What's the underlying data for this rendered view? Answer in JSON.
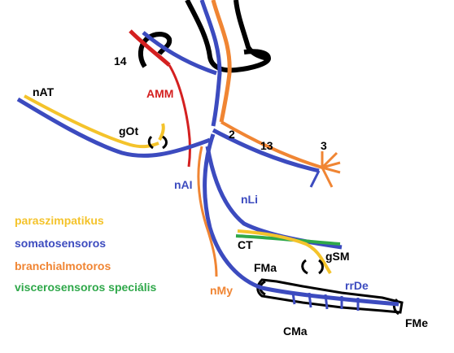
{
  "labels": {
    "n14": "14",
    "nAT": "nAT",
    "AMM": "AMM",
    "gOt": "gOt",
    "n2": "2",
    "n13": "13",
    "n3": "3",
    "nAI": "nAI",
    "nLi": "nLi",
    "CT": "CT",
    "gSM": "gSM",
    "FMa": "FMa",
    "rrDe": "rrDe",
    "nMy": "nMy",
    "CMa": "CMa",
    "FMe": "FMe"
  },
  "legend": [
    {
      "label": "paraszimpatikus",
      "color": "#f4c32b"
    },
    {
      "label": "somatosensoros",
      "color": "#3c4bbf"
    },
    {
      "label": "branchialmotoros",
      "color": "#f08533"
    },
    {
      "label": "viscerosensoros speciális",
      "color": "#2fa84a"
    }
  ],
  "colors": {
    "blue": "#3c4bbf",
    "orange": "#f08533",
    "yellow": "#f4c32b",
    "green": "#2fa84a",
    "red": "#d42020",
    "black": "#000000"
  }
}
